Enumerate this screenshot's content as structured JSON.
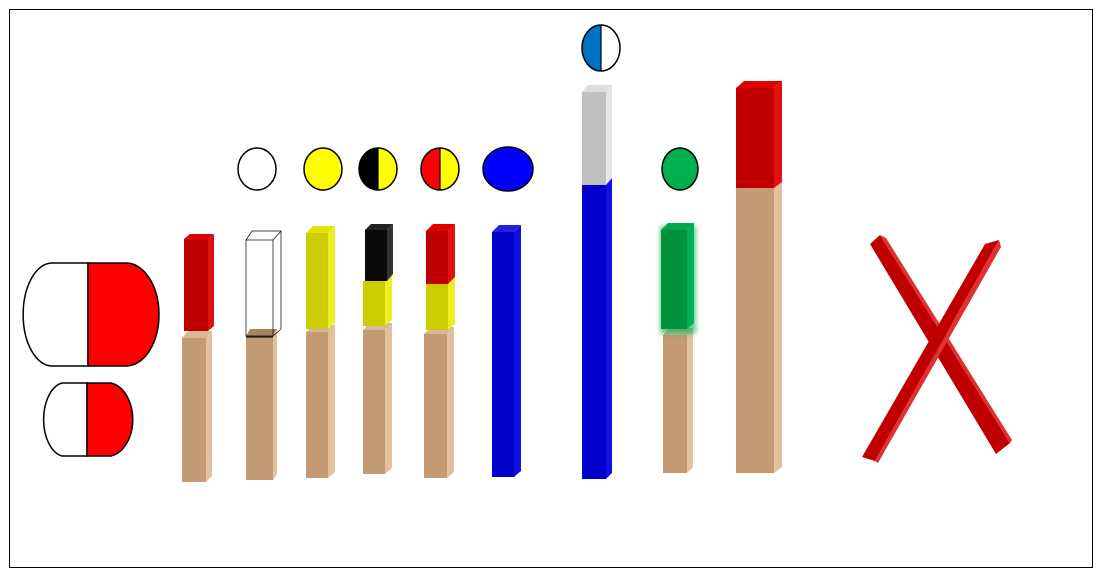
{
  "colors": {
    "tan": "#c49a74",
    "red": "#c00000",
    "bright_red": "#ff0000",
    "yellow": "#cccc00",
    "bright_yellow": "#ffff00",
    "black": "#000000",
    "blue": "#0000cc",
    "bright_blue": "#0000ff",
    "light_blue": "#0070c0",
    "silver": "#c0c0c0",
    "green": "#00933b",
    "bright_green": "#00b050",
    "white": "#ffffff"
  },
  "icons": {
    "large_capsule": "white-red-capsule-icon",
    "small_capsule": "white-red-capsule-icon",
    "cross": "red-x-icon"
  },
  "columns": [
    {
      "name": "column-1",
      "indicator": "none",
      "segments": [
        "tan",
        "red"
      ]
    },
    {
      "name": "column-2",
      "indicator": "white",
      "segments": [
        "tan",
        "empty"
      ]
    },
    {
      "name": "column-3",
      "indicator": "yellow",
      "segments": [
        "tan",
        "yellow"
      ]
    },
    {
      "name": "column-4",
      "indicator": "black-yellow",
      "segments": [
        "tan",
        "yellow",
        "black"
      ]
    },
    {
      "name": "column-5",
      "indicator": "red-yellow",
      "segments": [
        "tan",
        "yellow",
        "red"
      ]
    },
    {
      "name": "column-6",
      "indicator": "blue",
      "segments": [
        "blue"
      ]
    },
    {
      "name": "column-7",
      "indicator": "light-blue-white",
      "segments": [
        "blue",
        "silver"
      ]
    },
    {
      "name": "column-8",
      "indicator": "green",
      "segments": [
        "tan",
        "green"
      ]
    },
    {
      "name": "column-9",
      "indicator": "none",
      "segments": [
        "tan",
        "red"
      ]
    }
  ]
}
